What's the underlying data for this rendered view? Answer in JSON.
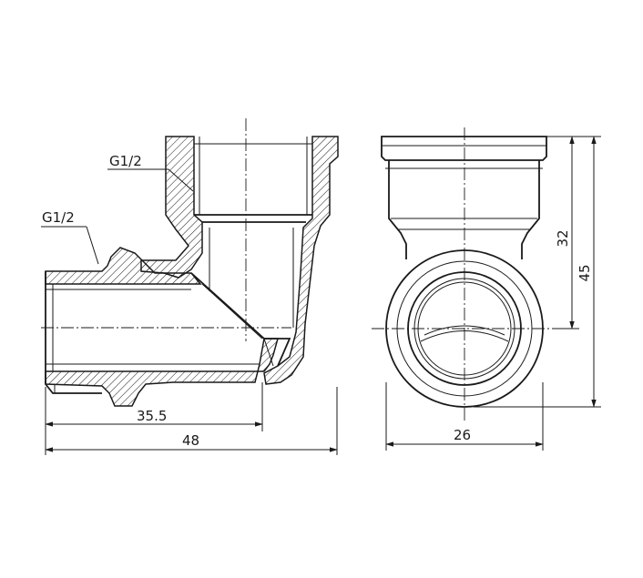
{
  "labels": {
    "thread_female": "G1/2",
    "thread_male": "G1/2"
  },
  "dimensions": {
    "d1": "35.5",
    "d2": "48",
    "d3": "26",
    "d4": "32",
    "d5": "45"
  }
}
